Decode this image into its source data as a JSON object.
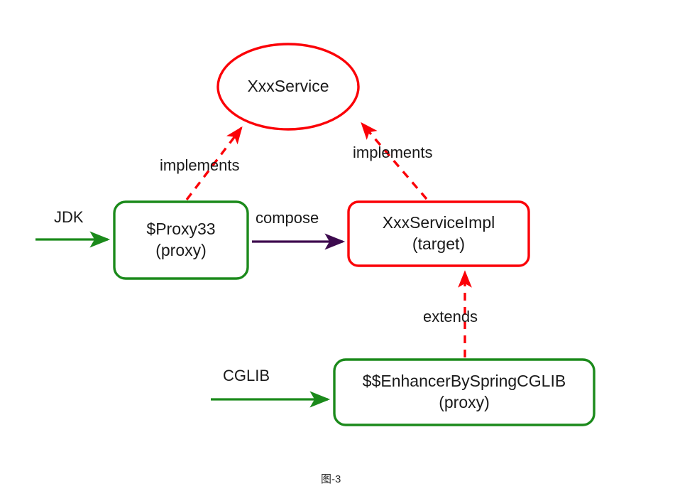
{
  "figure": {
    "caption": "图-3",
    "colors": {
      "proxy_green": "#1b8a1b",
      "interface_red": "#fb0007",
      "compose_purple": "#3d0a4e",
      "text": "#1a1a1a",
      "background": "#ffffff"
    }
  },
  "nodes": {
    "interface": {
      "id": "xxx-service",
      "shape": "ellipse",
      "line1": "XxxService",
      "line2": "",
      "stroke": "#fb0007"
    },
    "jdk_proxy": {
      "id": "proxy33",
      "shape": "rounded-rect",
      "line1": "$Proxy33",
      "line2": "(proxy)",
      "stroke": "#1b8a1b"
    },
    "target": {
      "id": "xxx-service-impl",
      "shape": "rounded-rect",
      "line1": "XxxServiceImpl",
      "line2": "(target)",
      "stroke": "#fb0007"
    },
    "cglib_proxy": {
      "id": "enhancer-proxy",
      "shape": "rounded-rect",
      "line1": "$$EnhancerBySpringCGLIB",
      "line2": "(proxy)",
      "stroke": "#1b8a1b"
    }
  },
  "edges": {
    "jdk_entry": {
      "label": "JDK",
      "style": "solid",
      "color": "#1b8a1b"
    },
    "cglib_entry": {
      "label": "CGLIB",
      "style": "solid",
      "color": "#1b8a1b"
    },
    "proxy_implements": {
      "label": "implements",
      "style": "dashed",
      "color": "#fb0007"
    },
    "impl_implements": {
      "label": "implements",
      "style": "dashed",
      "color": "#fb0007"
    },
    "compose": {
      "label": "compose",
      "style": "solid",
      "color": "#3d0a4e"
    },
    "extends": {
      "label": "extends",
      "style": "dashed",
      "color": "#fb0007"
    }
  }
}
